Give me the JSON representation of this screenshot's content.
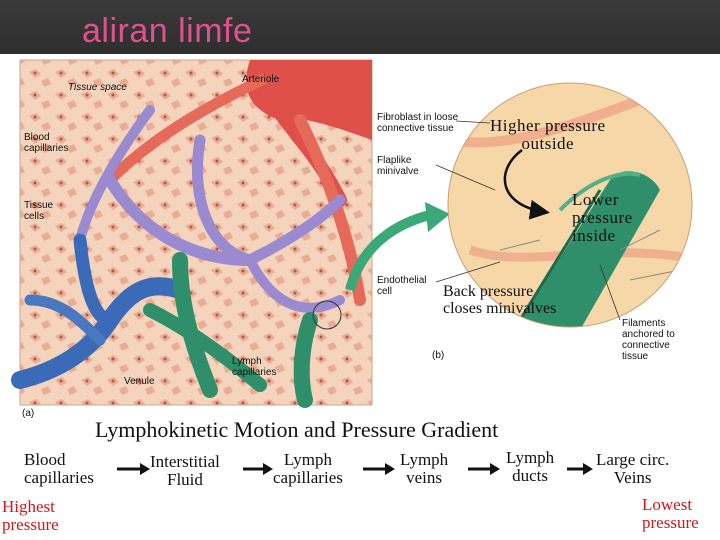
{
  "slide": {
    "title": "aliran limfe"
  },
  "diagram_a": {
    "labels": {
      "tissue_space": "Tissue space",
      "arteriole": "Arteriole",
      "blood_capillaries": "Blood\ncapillaries",
      "tissue_cells": "Tissue\ncells",
      "lymph_capillaries": "Lymph\ncapillaries",
      "venule": "Venule",
      "panel": "(a)"
    }
  },
  "diagram_b": {
    "labels": {
      "fibroblast": "Fibroblast in loose\nconnective tissue",
      "flaplike": "Flaplike\nminivalve",
      "endothelial": "Endothelial\ncell",
      "filaments": "Filaments\nanchored to\nconnective\ntissue",
      "panel": "(b)"
    },
    "annotations": {
      "higher": "Higher pressure\noutside",
      "lower": "Lower\npressure\ninside",
      "back": "Back pressure\ncloses minivalves"
    }
  },
  "flow": {
    "heading": "Lymphokinetic Motion and Pressure Gradient",
    "steps": [
      "Blood\ncapillaries",
      "Interstitial\nFluid",
      "Lymph\ncapillaries",
      "Lymph\nveins",
      "Lymph\nducts",
      "Large circ.\nVeins"
    ],
    "highest": "Highest\npressure",
    "lowest": "Lowest\npressure"
  },
  "colors": {
    "title": "#e0508e",
    "artery": "#e0504a",
    "capillary": "#9a8ad0",
    "vein": "#3a6ab8",
    "lymph": "#2e8f6a",
    "tissue": "#f2cbb0",
    "pressure_text": "#d01818"
  }
}
